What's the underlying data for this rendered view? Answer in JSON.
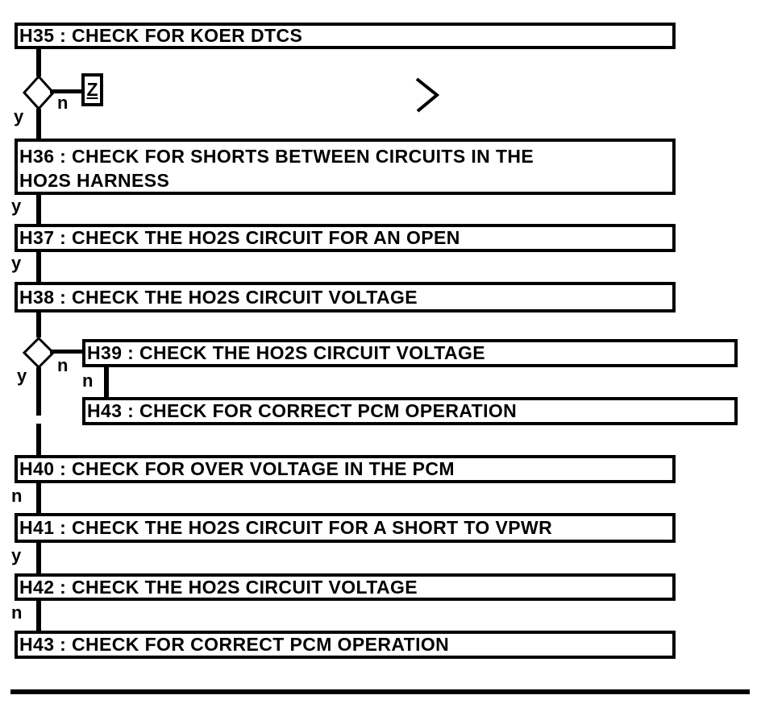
{
  "diagram": {
    "kind": "diagnostic-flowchart",
    "colors": {
      "ink": "#000000",
      "paper": "#ffffff"
    },
    "boxes": {
      "h35": "H35 : CHECK FOR KOER DTCS",
      "h36_line1": "H36 : CHECK FOR SHORTS BETWEEN CIRCUITS IN THE",
      "h36_line2": "HO2S HARNESS",
      "h37": "H37 : CHECK THE HO2S CIRCUIT FOR AN OPEN",
      "h38": "H38 : CHECK THE HO2S CIRCUIT VOLTAGE",
      "h39": "H39 : CHECK THE HO2S CIRCUIT VOLTAGE",
      "h43a": "H43 : CHECK FOR CORRECT PCM OPERATION",
      "h40": "H40 : CHECK FOR OVER VOLTAGE IN THE PCM",
      "h41": "H41 : CHECK THE HO2S CIRCUIT FOR A SHORT TO VPWR",
      "h42": "H42 : CHECK THE HO2S CIRCUIT VOLTAGE",
      "h43b": "H43 : CHECK FOR CORRECT PCM OPERATION"
    },
    "labels": {
      "yes": "y",
      "no": "n"
    },
    "offpage_connector": "Z"
  }
}
